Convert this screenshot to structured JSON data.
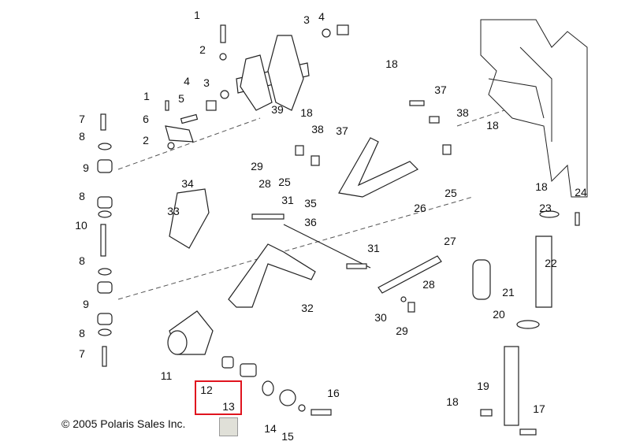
{
  "copyright": "© 2005 Polaris Sales Inc.",
  "highlight_color": "#e0141e",
  "callouts": [
    "1",
    "4",
    "3",
    "2",
    "18",
    "4",
    "3",
    "1",
    "5",
    "37",
    "38",
    "39",
    "7",
    "18",
    "6",
    "38",
    "37",
    "18",
    "8",
    "2",
    "9",
    "29",
    "28",
    "25",
    "34",
    "18",
    "24",
    "8",
    "25",
    "26",
    "23",
    "33",
    "31",
    "35",
    "36",
    "10",
    "27",
    "22",
    "31",
    "8",
    "21",
    "28",
    "9",
    "32",
    "30",
    "20",
    "29",
    "8",
    "7",
    "11",
    "19",
    "16",
    "12",
    "13",
    "18",
    "17",
    "14",
    "15"
  ]
}
